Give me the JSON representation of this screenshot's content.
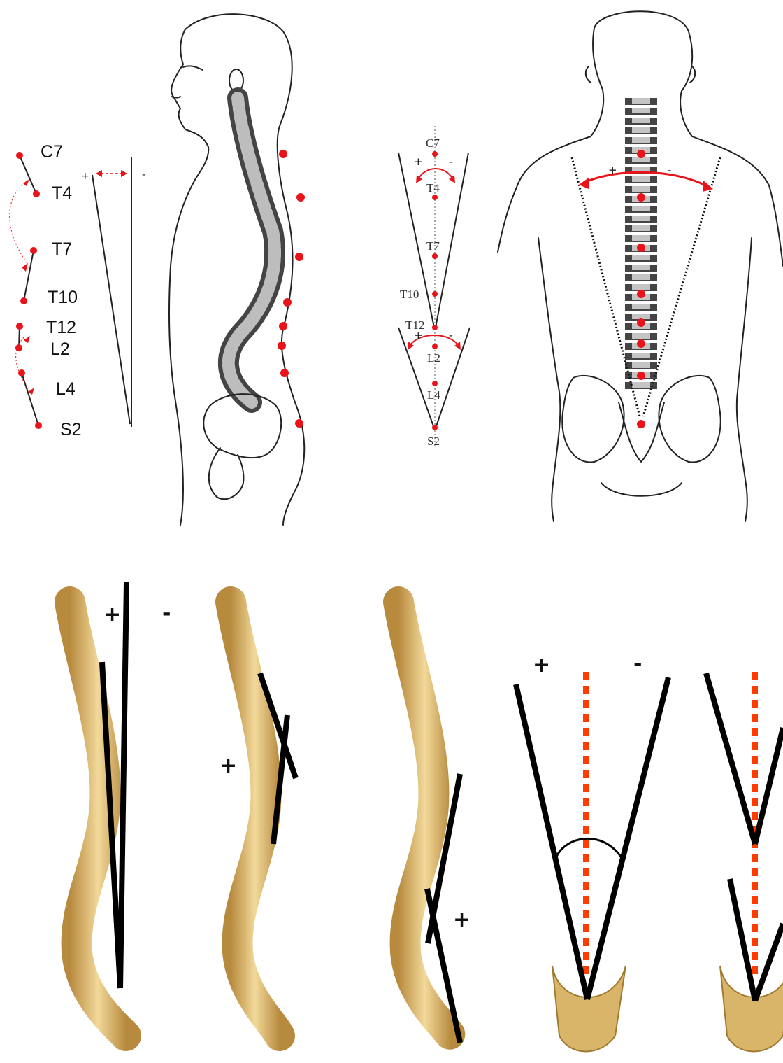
{
  "panel_side_labels": [
    "C7",
    "T4",
    "T7",
    "T10",
    "T12",
    "L2",
    "L4",
    "S2"
  ],
  "panel_side_signs": {
    "plus": "+",
    "minus": "-"
  },
  "panel_schema_labels": [
    "C7",
    "T4",
    "T7",
    "T10",
    "T12",
    "L2",
    "L4",
    "S2"
  ],
  "panel_schema_signs": {
    "upper_plus": "+",
    "upper_minus": "-",
    "lower_plus": "+",
    "lower_minus": "-"
  },
  "panel_back_signs": {
    "plus": "+",
    "minus": "-"
  },
  "bottom_signs": {
    "spine1_plus": "+",
    "spine1_minus": "-",
    "spine2_plus": "+",
    "spine3_plus": "+",
    "spine4_plus": "+",
    "spine4_minus": "-"
  },
  "colors": {
    "marker": "#e8141a",
    "bone": "#d9b56a",
    "guide_line": "#000000",
    "dashed_axis": "#ff3b00"
  }
}
